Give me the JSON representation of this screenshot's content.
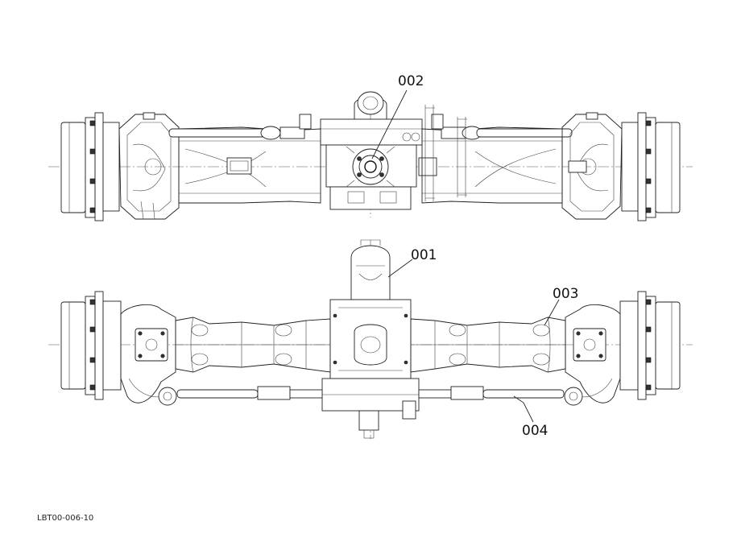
{
  "callouts": {
    "c001": "001",
    "c002": "002",
    "c003": "003",
    "c004": "004"
  },
  "doc_id": "LBT00-006-10",
  "colors": {
    "line": "#222222",
    "background": "#ffffff"
  }
}
